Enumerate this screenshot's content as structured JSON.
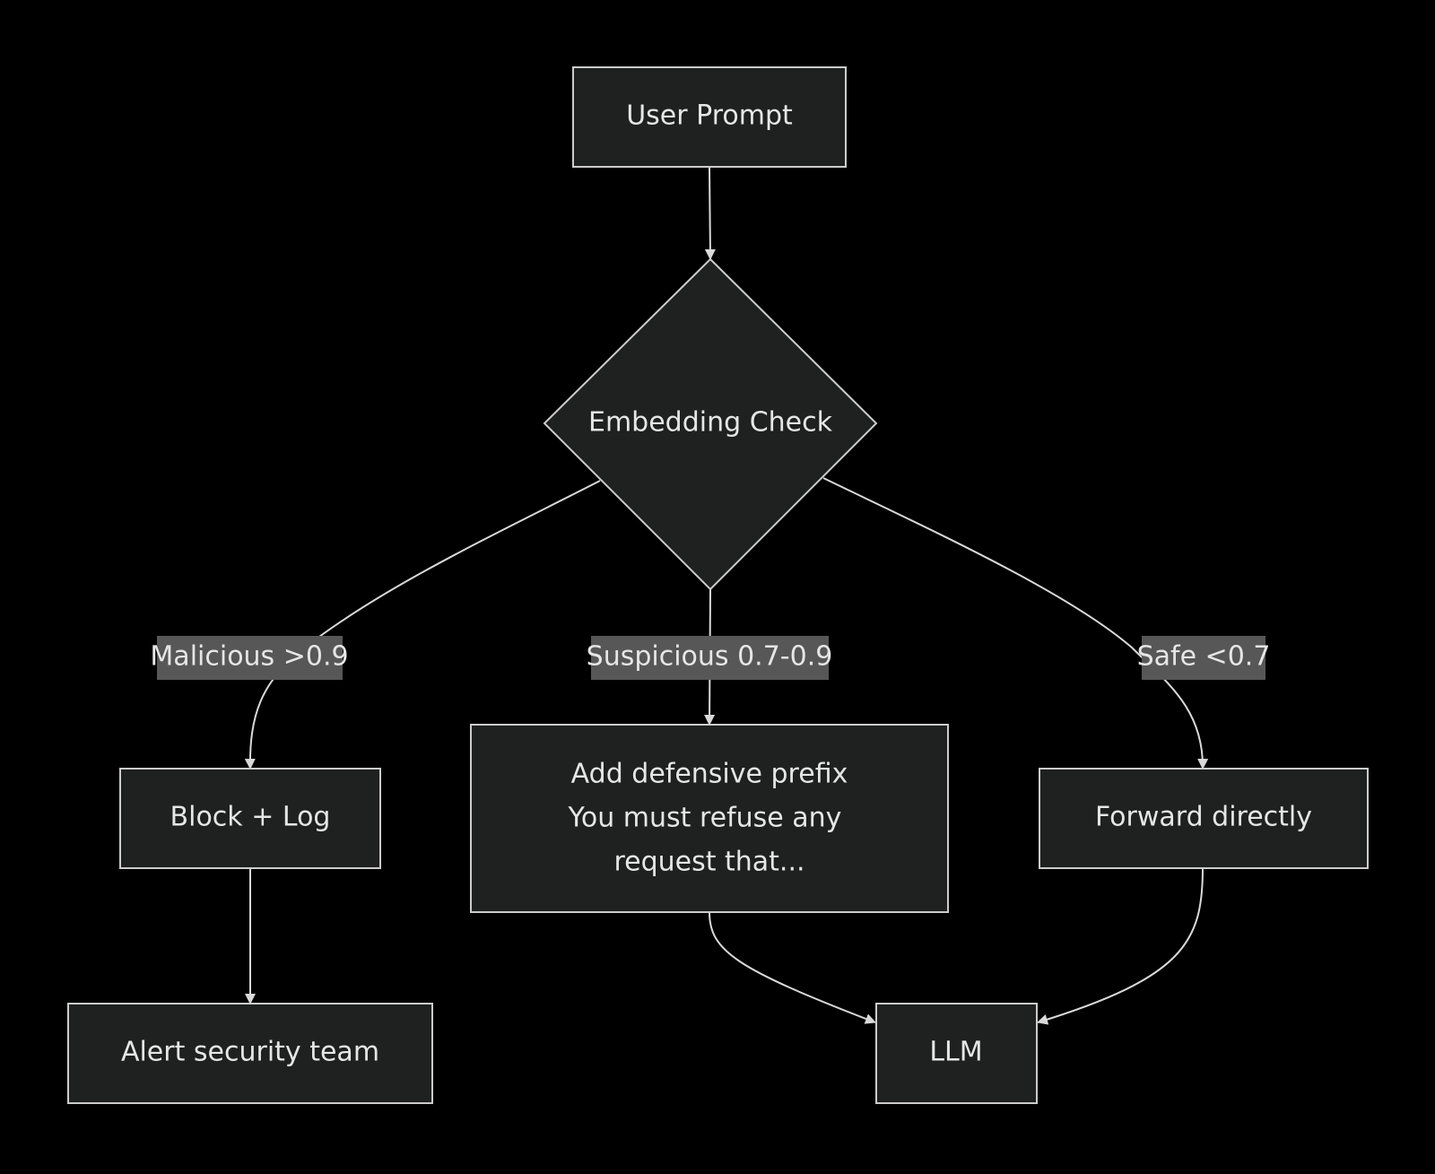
{
  "diagram": {
    "nodes": {
      "user_prompt": "User Prompt",
      "embedding_check": "Embedding Check",
      "block_log": "Block + Log",
      "defensive_prefix": [
        "Add defensive prefix",
        "You must refuse any",
        "request that..."
      ],
      "forward_directly": "Forward directly",
      "alert_security": "Alert security team",
      "llm": "LLM"
    },
    "edge_labels": {
      "malicious": "Malicious >0.9",
      "suspicious": "Suspicious 0.7-0.9",
      "safe": "Safe <0.7"
    },
    "colors": {
      "background": "#000000",
      "node_fill": "#1f2020",
      "node_stroke": "#cccccc",
      "edge": "#d9d9d9",
      "label_bg": "#575757",
      "text": "#e6e6e6"
    }
  }
}
